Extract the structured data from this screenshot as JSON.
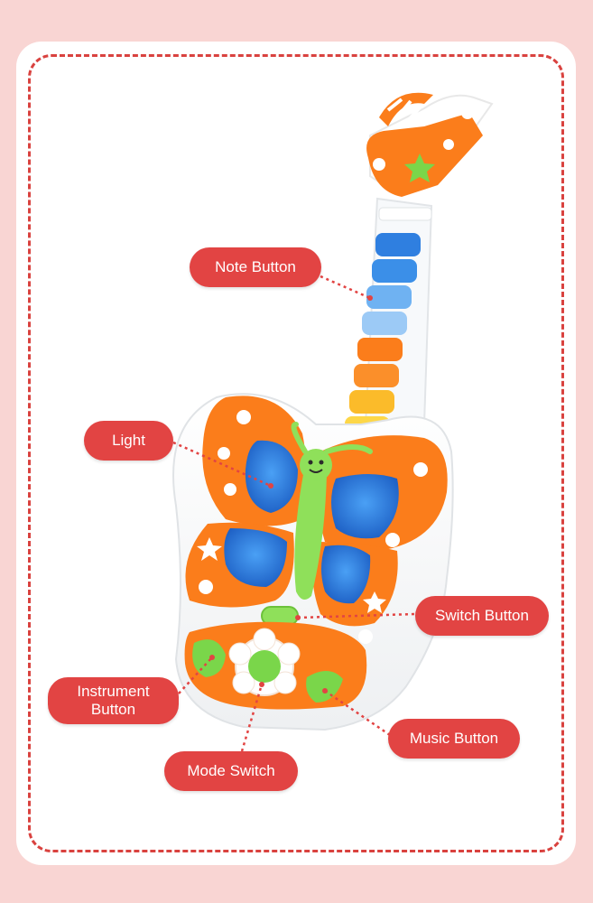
{
  "labels": {
    "note_button": "Note Button",
    "light": "Light",
    "switch_button": "Switch Button",
    "instrument_button": "Instrument\nButton",
    "music_button": "Music Button",
    "mode_switch": "Mode Switch"
  },
  "colors": {
    "background": "#f9d5d3",
    "accent_red": "#e24443",
    "orange": "#fb7d1b",
    "blue": "#2f7fe0",
    "green": "#7ad64a"
  }
}
